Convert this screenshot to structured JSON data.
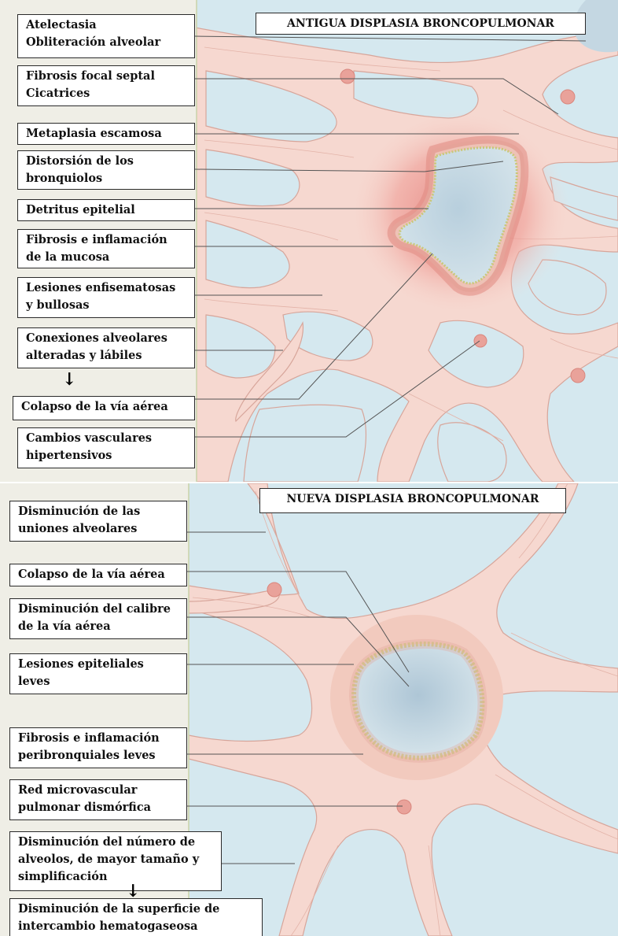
{
  "colors": {
    "alveolar_space": "#d5e8ef",
    "tissue": "#f6d8d0",
    "inflammation": "#e27b78",
    "lumen": "#c4d7e2",
    "left_strip": "#efeee6"
  },
  "top_panel": {
    "title": "ANTIGUA DISPLASIA BRONCOPULMONAR",
    "labels": [
      [
        "Atelectasia",
        "Obliteración alveolar"
      ],
      [
        "Fibrosis focal septal",
        "Cicatrices"
      ],
      [
        "Metaplasia escamosa"
      ],
      [
        "Distorsión de los",
        "bronquiolos"
      ],
      [
        "Detritus epitelial"
      ],
      [
        "Fibrosis e inflamación",
        "de la mucosa"
      ],
      [
        "Lesiones enfisematosas",
        "y bullosas"
      ],
      [
        "Conexiones alveolares",
        "alteradas y lábiles"
      ],
      [
        "Colapso de la vía aérea"
      ],
      [
        "Cambios vasculares",
        "hipertensivos"
      ]
    ],
    "arrow": "↓"
  },
  "bottom_panel": {
    "title": "NUEVA DISPLASIA BRONCOPULMONAR",
    "labels": [
      [
        "Disminución de las",
        "uniones alveolares"
      ],
      [
        "Colapso de la vía aérea"
      ],
      [
        "Disminución del calibre",
        "de la vía aérea"
      ],
      [
        "Lesiones epiteliales",
        "leves"
      ],
      [
        "Fibrosis e inflamación",
        "peribronquiales leves"
      ],
      [
        "Red microvascular",
        "pulmonar dismórfica"
      ],
      [
        "Disminución del número de",
        "alveolos, de mayor tamaño y",
        "simplificación"
      ],
      [
        "Disminución de la superficie de",
        "intercambio hematogaseosa"
      ]
    ],
    "arrow": "↓"
  }
}
